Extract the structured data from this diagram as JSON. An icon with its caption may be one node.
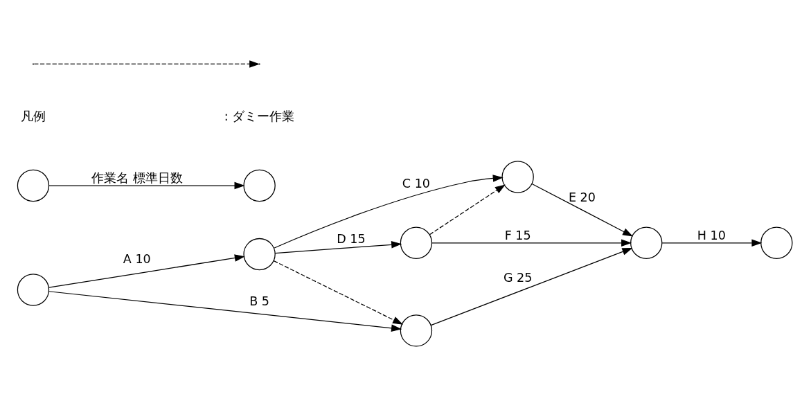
{
  "diagram": {
    "nodes": [
      {
        "text": [],
        "shape": "circle"
      },
      {
        "text": [],
        "shape": "circle"
      },
      {
        "text": [],
        "shape": "circle"
      },
      {
        "text": [],
        "shape": "circle"
      },
      {
        "text": [],
        "shape": "circle"
      },
      {
        "text": [],
        "shape": "circle"
      },
      {
        "text": [],
        "shape": "circle"
      },
      {
        "text": [],
        "shape": "circle"
      },
      {
        "text": [],
        "shape": "circle"
      }
    ],
    "edges": [
      {
        "from": 0,
        "to": 1,
        "arrow": "to",
        "label": "A 10"
      },
      {
        "from": 0,
        "to": 4,
        "arrow": "to",
        "label": "B 5"
      },
      {
        "from": 1,
        "to": 2,
        "arrow": "to",
        "label": "C 10"
      },
      {
        "from": 1,
        "to": 3,
        "arrow": "to",
        "label": "D 15"
      },
      {
        "from": 1,
        "to": 4,
        "arrow": "to",
        "style": "dashed"
      },
      {
        "from": 3,
        "to": 2,
        "arrow": "to",
        "style": "dashed"
      },
      {
        "from": 2,
        "to": 5,
        "arrow": "to",
        "label": "E 20"
      },
      {
        "from": 3,
        "to": 5,
        "arrow": "to",
        "label": "F 15"
      },
      {
        "from": 4,
        "to": 5,
        "arrow": "to",
        "label": "G 25"
      },
      {
        "from": 5,
        "to": 6,
        "arrow": "to",
        "label": "H 10"
      },
      {
        "from": 7,
        "to": 8,
        "arrow": "to",
        "label": "作業名 標準日数"
      }
    ],
    "labels": [
      "凡例"
    ],
    "legend": [
      {
        "text": ": ダミー作業"
      }
    ]
  }
}
